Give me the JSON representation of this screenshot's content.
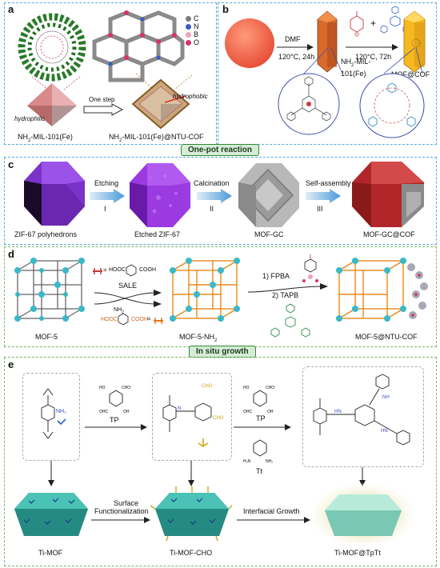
{
  "panels": {
    "a": {
      "label": "a",
      "left_caption_prefix": "NH",
      "left_caption_sub": "2",
      "left_caption_rest": "-MIL-101(Fe)",
      "right_caption_prefix": "NH",
      "right_caption_sub": "2",
      "right_caption_rest": "-MIL-101(Fe)@NTU-COF",
      "arrow_label": "One step",
      "hydrophilic": "hydrophilic",
      "hydrophobic": "hydrophobic",
      "legend": [
        "C",
        "N",
        "B",
        "O"
      ]
    },
    "b": {
      "label": "b",
      "step1_top": "DMF",
      "step1_bottom": "120°C, 24h",
      "step2_bottom": "120°C, 72h",
      "plus": "+",
      "mid_label_line1_prefix": "NH",
      "mid_label_line1_sub": "2",
      "mid_label_line1_rest": "-MIL-",
      "mid_label_line2": "101(Fe)",
      "right_label": "MOF@COF"
    },
    "banner_one_pot": "One-pot reaction",
    "c": {
      "label": "c",
      "steps": [
        {
          "label": "Etching",
          "num": "I"
        },
        {
          "label": "Calcination",
          "num": "II"
        },
        {
          "label": "Self-assembly",
          "num": "III"
        }
      ],
      "captions": [
        "ZIF-67 polyhedrons",
        "Etched ZIF-67",
        "MOF-GC",
        "MOF-GC@COF"
      ]
    },
    "d": {
      "label": "d",
      "sale": "SALE",
      "step1": "1) FPBA",
      "step2": "2) TAPB",
      "linker1": "HOOC",
      "linker1_b": "COOH",
      "linker2": "HOOC",
      "linker2_b": "COOH",
      "linker2_nh2": "NH",
      "eq": "=",
      "captions": [
        "MOF-5",
        "MOF-5-NH",
        "MOF-5@NTU-COF"
      ],
      "caption2_sub": "2"
    },
    "banner_in_situ": "In situ growth",
    "e": {
      "label": "e",
      "tp1": "TP",
      "tp2": "TP",
      "tt": "Tt",
      "surface1": "Surface",
      "surface2": "Functionalization",
      "interfacial": "Interfacial Growth",
      "captions": [
        "Ti-MOF",
        "Ti-MOF-CHO",
        "Ti-MOF@TpTt"
      ]
    }
  },
  "colors": {
    "blue_border": "#5aaad8",
    "green_border": "#7bb86a",
    "orange_sphere": "#f0644a",
    "hexagon_orange": "#d4622c",
    "hexagon_yellow": "#f5b820",
    "purple": "#7a32c8",
    "grey": "#a8a8a8",
    "red": "#b2262a",
    "teal": "#39b6a8"
  }
}
